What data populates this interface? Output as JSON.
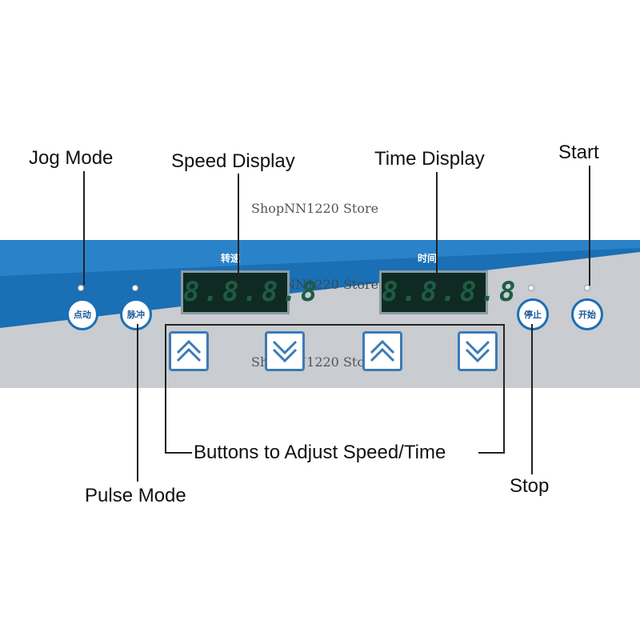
{
  "callouts": {
    "jog_mode": "Jog Mode",
    "speed_display": "Speed Display",
    "time_display": "Time Display",
    "start": "Start",
    "pulse_mode": "Pulse Mode",
    "adjust_buttons": "Buttons to Adjust Speed/Time",
    "stop": "Stop"
  },
  "watermark": "ShopNN1220 Store",
  "panel": {
    "speed_label": "转速",
    "time_label": "时间",
    "speed_digits": "8.8.8.8",
    "time_digits": "8.8.8.8",
    "buttons": {
      "jog": "点动",
      "pulse": "脉冲",
      "stop": "停止",
      "start": "开始"
    }
  },
  "colors": {
    "panel_blue": "#1a6fb5",
    "panel_gray": "#c9ccd0",
    "display_bg": "#0f2a22",
    "button_outline": "#1a6fb5"
  },
  "icons": [
    "up-chevron-icon",
    "down-chevron-icon",
    "up-chevron-icon",
    "down-chevron-icon"
  ]
}
